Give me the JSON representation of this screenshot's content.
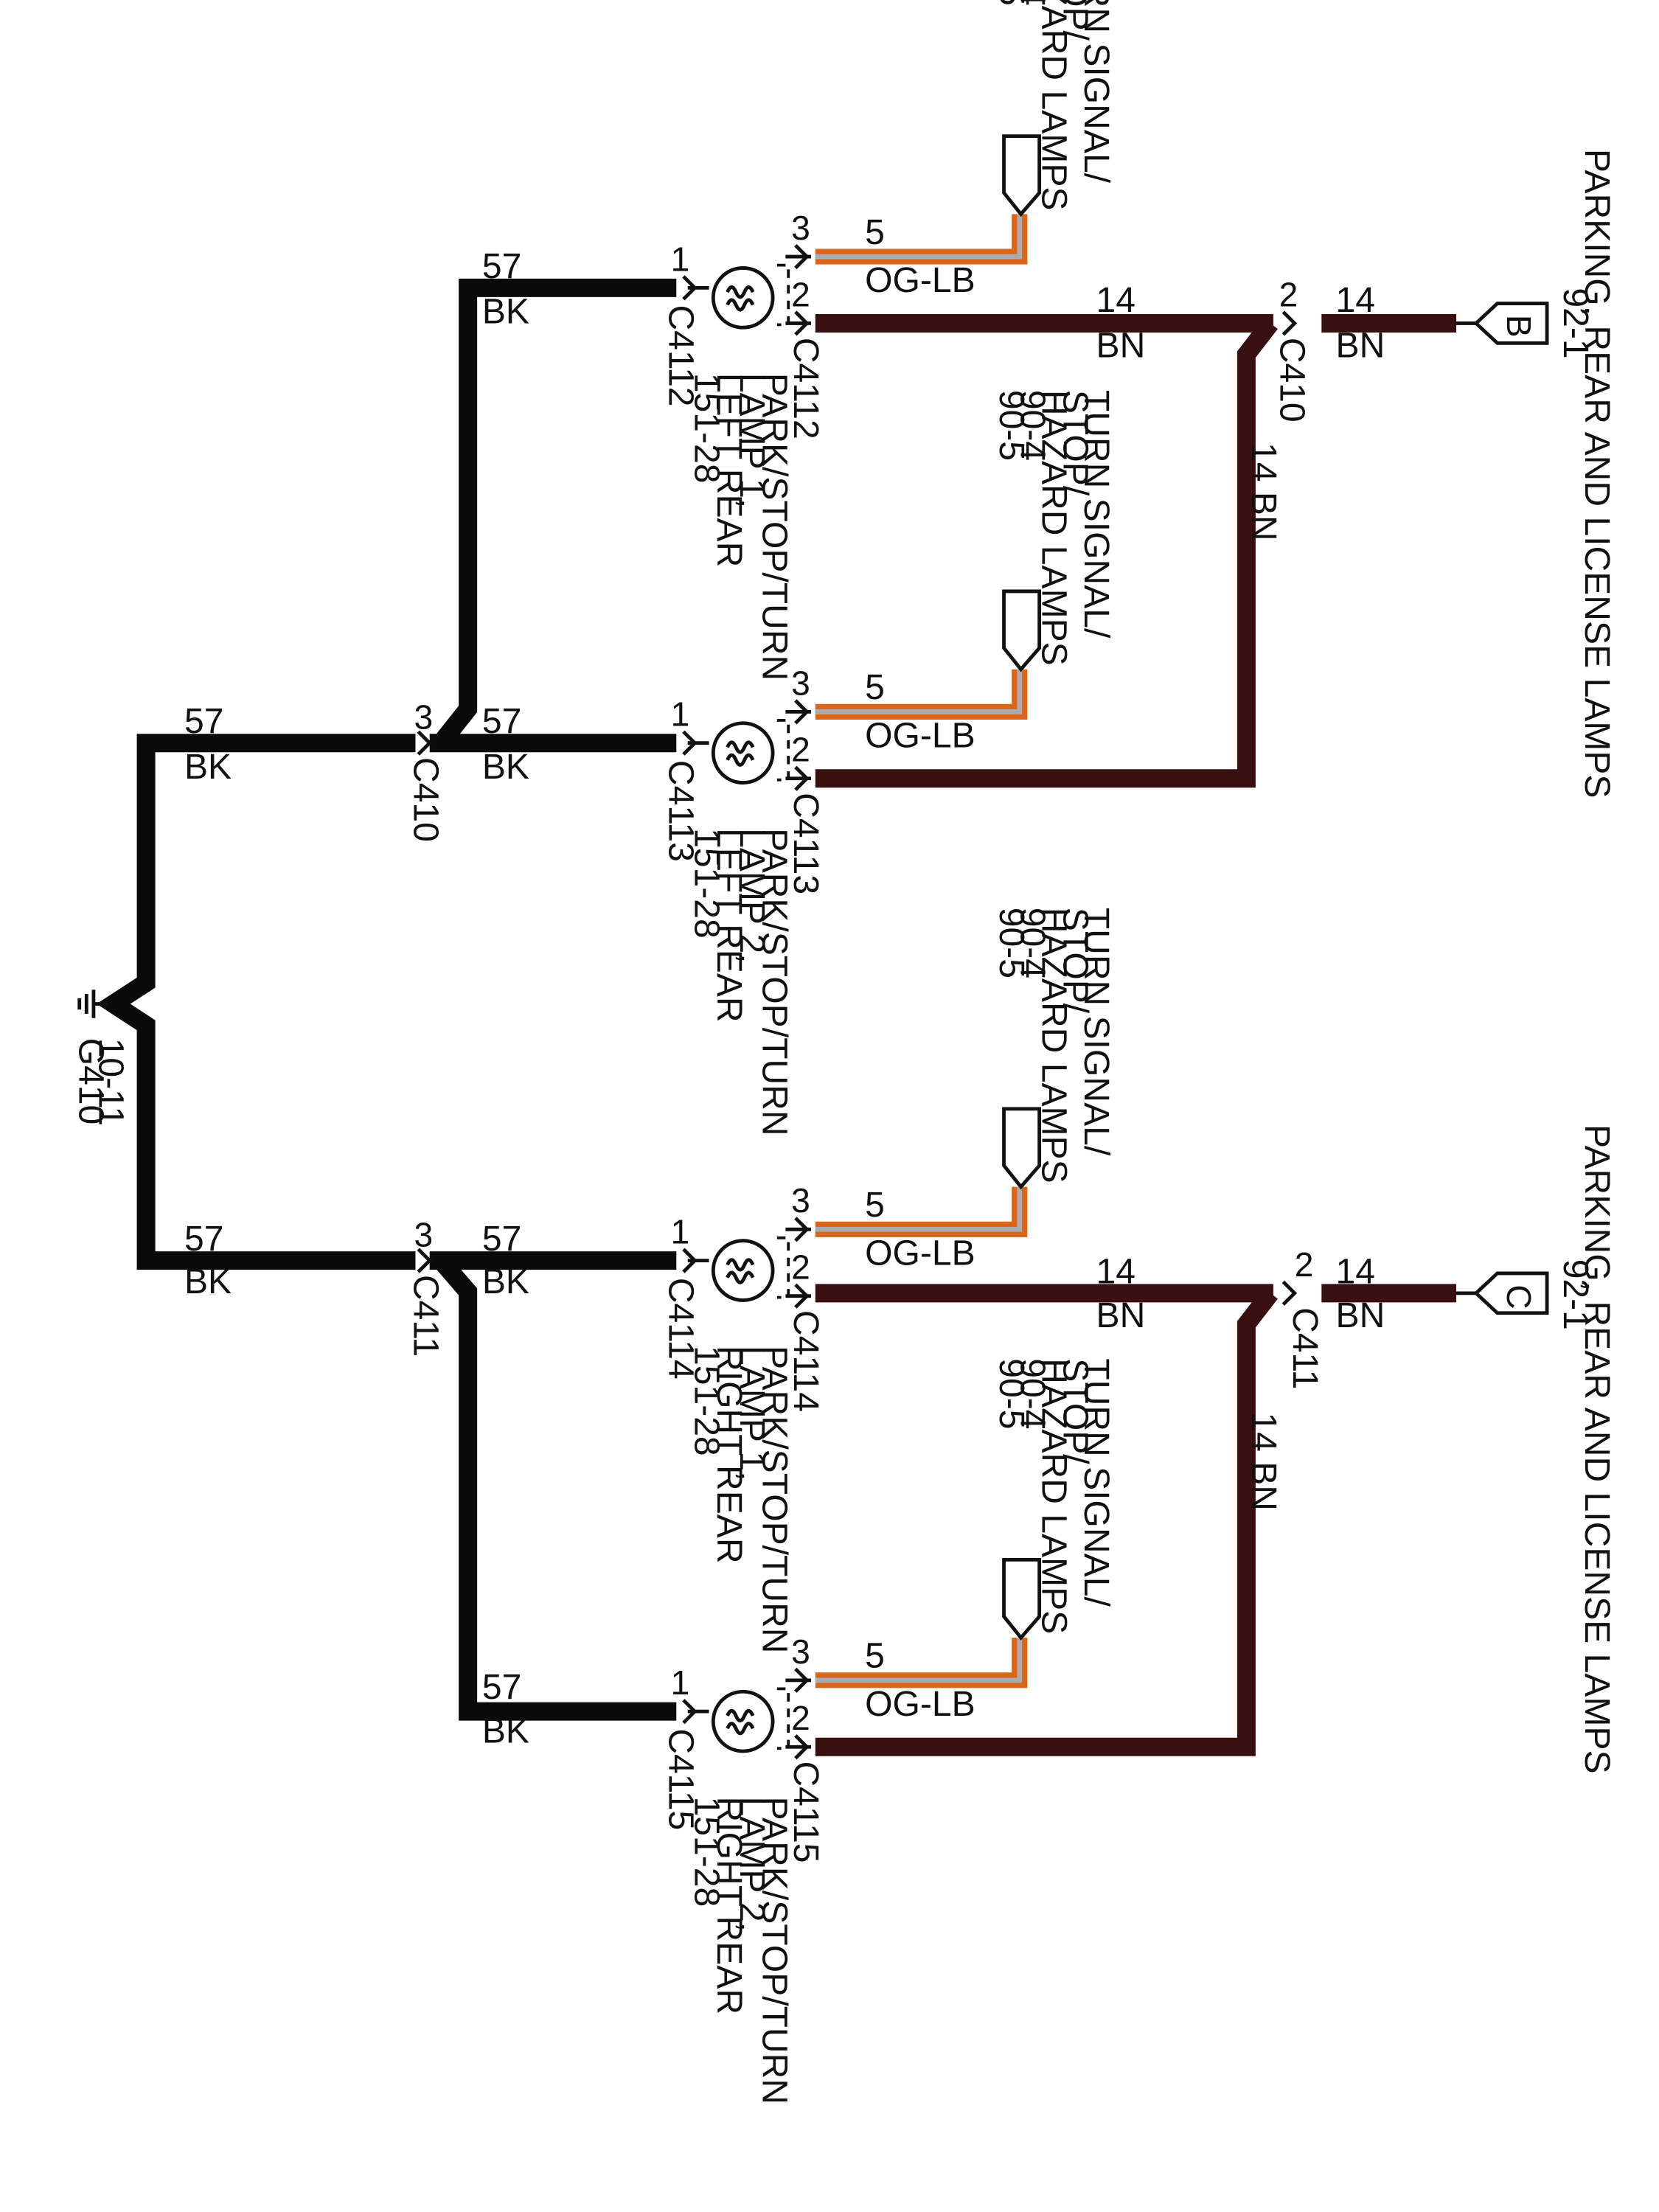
{
  "wire_labels": {
    "bk_circuit": "57",
    "bk_color": "BK",
    "bn_circuit": "14",
    "bn_color": "BN",
    "bn_vertical": "14  BN",
    "og_circuit": "5",
    "og_color": "OG-LB"
  },
  "pins": {
    "one": "1",
    "two": "2",
    "three": "3"
  },
  "ground": {
    "name": "G410",
    "page": "10-11"
  },
  "splices": {
    "upper": "C410",
    "lower": "C411"
  },
  "lamp_text": {
    "line1": "PARK/STOP/TURN",
    "lamp1": "LAMP 1,",
    "lamp2": "LAMP 2,",
    "left": "LEFT REAR",
    "right": "RIGHT REAR",
    "ref": "151-28"
  },
  "lamps": [
    {
      "connector": "C4112"
    },
    {
      "connector": "C4113"
    },
    {
      "connector": "C4114"
    },
    {
      "connector": "C4115"
    }
  ],
  "turn_signal_ref": {
    "line1": "TURN SIGNAL/",
    "line2": "STOP/",
    "line3": "HAZARD LAMPS",
    "line4": "90-4",
    "line5": "90-5"
  },
  "parking_ref": {
    "title": "PARKING, REAR AND LICENSE LAMPS",
    "page": "92-1",
    "upper_tag": "B",
    "lower_tag": "C"
  },
  "colors": {
    "bk": "#0a0a0a",
    "bn": "#3a0f0f",
    "og": "#d9661b"
  }
}
